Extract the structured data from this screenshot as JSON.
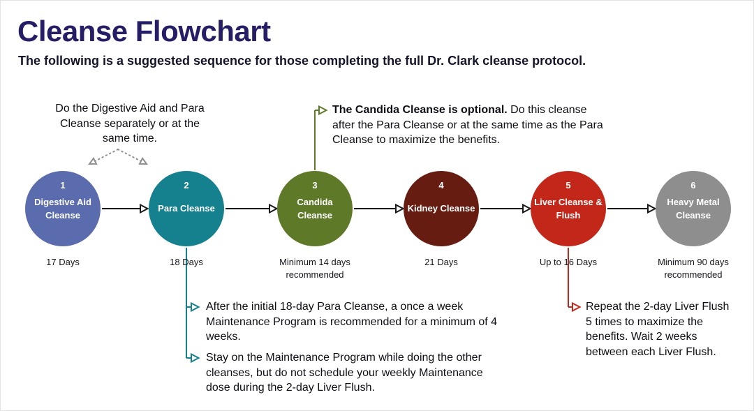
{
  "header": {
    "title": "Cleanse Flowchart",
    "subtitle": "The following is a suggested sequence for those completing the full Dr. Clark cleanse protocol."
  },
  "flow": {
    "arrow_color": "#1a1a1a",
    "dotted_color": "#8f8f8f",
    "steps": [
      {
        "number": "1",
        "label": "Digestive Aid Cleanse",
        "duration": "17 Days",
        "color": "#5b6cae"
      },
      {
        "number": "2",
        "label": "Para Cleanse",
        "duration": "18 Days",
        "color": "#15808e"
      },
      {
        "number": "3",
        "label": "Candida Cleanse",
        "duration": "Minimum 14 days recommended",
        "color": "#5e7a28"
      },
      {
        "number": "4",
        "label": "Kidney Cleanse",
        "duration": "21 Days",
        "color": "#671c12"
      },
      {
        "number": "5",
        "label": "Liver Cleanse & Flush",
        "duration": "Up to 16 Days",
        "color": "#c3271a"
      },
      {
        "number": "6",
        "label": "Heavy Metal Cleanse",
        "duration": "Minimum 90 days recommended",
        "color": "#8e8e8e"
      }
    ]
  },
  "annotations": {
    "digestive_para": {
      "text": "Do the Digestive Aid and Para Cleanse separately or at the same time."
    },
    "candida": {
      "bold": "The Candida Cleanse is optional.",
      "rest": " Do this cleanse after the Para Cleanse or at the same time as the Para Cleanse to maximize the benefits."
    },
    "para_maintenance_1": {
      "text": "After the initial 18-day Para Cleanse, a once a week Maintenance Program is recommended for a minimum of 4 weeks."
    },
    "para_maintenance_2": {
      "text": "Stay on the Maintenance Program while doing the other cleanses, but do not schedule your weekly Maintenance dose during the 2-day Liver Flush."
    },
    "liver_flush": {
      "text": "Repeat the 2-day Liver Flush 5 times to maximize the benefits. Wait 2 weeks between each Liver Flush."
    }
  }
}
